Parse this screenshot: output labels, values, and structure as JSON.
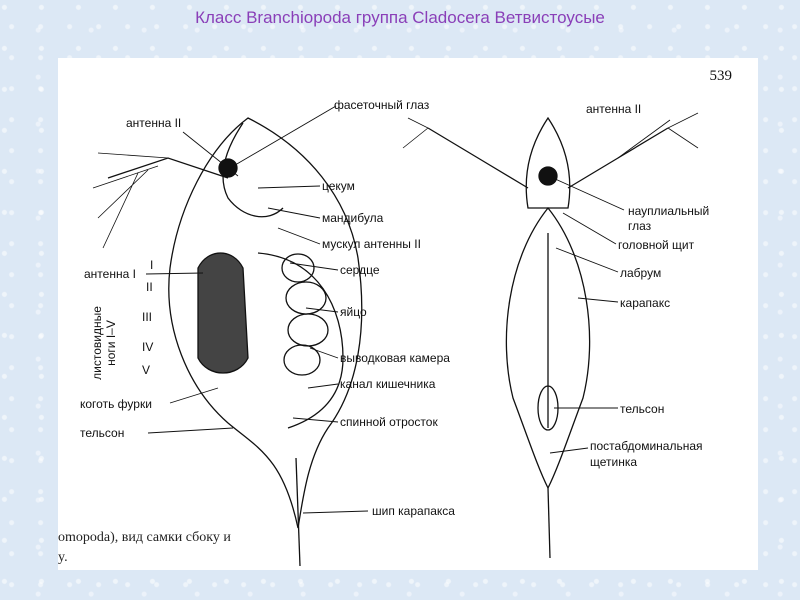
{
  "slide": {
    "title": "Класс Branchiopoda группа Cladocera Ветвистоусые"
  },
  "figure": {
    "page_number": "539",
    "caption_line1": "omopoda), вид самки сбоку и",
    "caption_line2": "y.",
    "side_labels": {
      "antenna_ii": "антенна II",
      "compound_eye": "фасеточный глаз",
      "cecum": "цекум",
      "mandible": "мандибула",
      "antenna_muscle": "мускул антенны II",
      "heart": "сердце",
      "egg": "яйцо",
      "brood_chamber": "выводковая камера",
      "intestine": "канал кишечника",
      "dorsal_process": "спинной отросток",
      "carapace_spine": "шип карапакса",
      "antenna_i": "антенна I",
      "leaf_legs": "листовидные ноги I–V",
      "furca_claw": "коготь фурки",
      "telson": "тельсон",
      "roman_1": "I",
      "roman_2": "II",
      "roman_3": "III",
      "roman_4": "IV",
      "roman_5": "V"
    },
    "front_labels": {
      "antenna_ii": "антенна II",
      "naupliar_eye_1": "науплиальный",
      "naupliar_eye_2": "глаз",
      "head_shield": "головной щит",
      "labrum": "лабрум",
      "carapace": "карапакс",
      "telson": "тельсон",
      "postabdominal_seta_1": "постабдоминальная",
      "postabdominal_seta_2": "щетинка"
    }
  }
}
